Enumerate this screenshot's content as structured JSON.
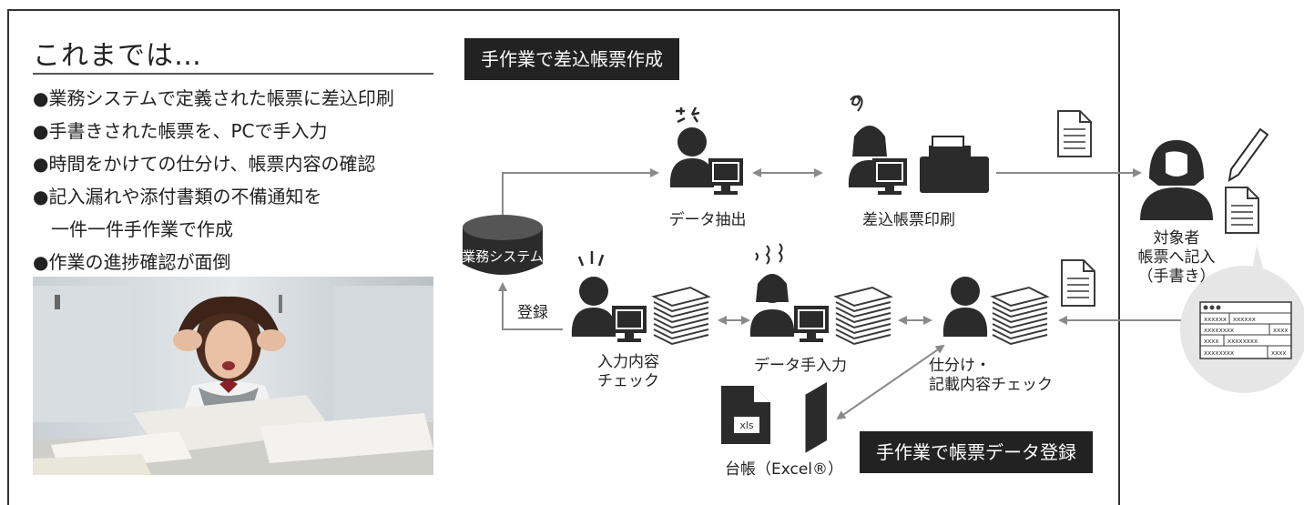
{
  "heading": "これまでは…",
  "points": [
    "●業務システムで定義された帳票に差込印刷",
    "●手書きされた帳票を、PCで手入力",
    "●時間をかけての仕分け、帳票内容の確認",
    "●記入漏れや添付書類の不備通知を",
    "　一件一件手作業で作成",
    "●作業の進捗確認が面倒"
  ],
  "tags": {
    "top": "手作業で差込帳票作成",
    "bottom": "手作業で帳票データ登録"
  },
  "nodes": {
    "database": "業務システム",
    "extract": "データ抽出",
    "print": "差込帳票印刷",
    "target_line1": "対象者",
    "target_line2": "帳票へ記入",
    "target_line3": "（手書き）",
    "register": "登録",
    "check_line1": "入力内容",
    "check_line2": "チェック",
    "manual_input": "データ手入力",
    "sort_line1": "仕分け・",
    "sort_line2": "記載内容チェック",
    "ledger": "台帳（Excel®）",
    "xls": "xls"
  },
  "colors": {
    "icon": "#2b2b2b",
    "arrow": "#8a8a8a",
    "tag_bg": "#222222",
    "bubble": "#e6e6e6"
  }
}
